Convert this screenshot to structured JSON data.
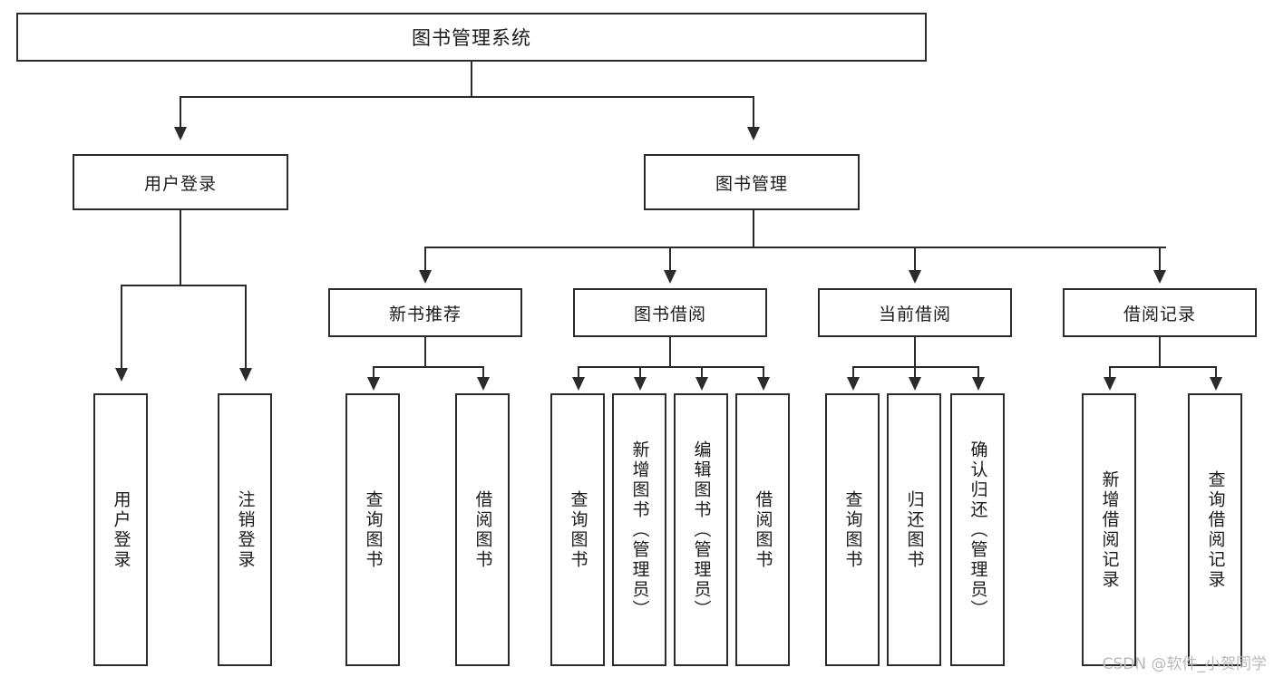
{
  "diagram": {
    "title": "图书管理系统",
    "type": "tree-hierarchy-diagram",
    "colors": {
      "box_border": "#2b2b2b",
      "box_fill": "#ffffff",
      "text": "#1b1b1b",
      "connector": "#2b2b2b",
      "watermark": "#b9b9b9",
      "background": "#ffffff"
    }
  },
  "root": {
    "label": "图书管理系统"
  },
  "level2": [
    {
      "label": "用户登录"
    },
    {
      "label": "图书管理"
    }
  ],
  "level3": [
    {
      "label": "新书推荐"
    },
    {
      "label": "图书借阅"
    },
    {
      "label": "当前借阅"
    },
    {
      "label": "借阅记录"
    }
  ],
  "leaves": {
    "user_login": [
      {
        "label": "用户登录"
      },
      {
        "label": "注销登录"
      }
    ],
    "new_book_recommend": [
      {
        "label": "查询图书"
      },
      {
        "label": "借阅图书"
      }
    ],
    "book_borrow": [
      {
        "label": "查询图书"
      },
      {
        "label": "新增图书（管理员）"
      },
      {
        "label": "编辑图书（管理员）"
      },
      {
        "label": "借阅图书"
      }
    ],
    "current_borrow": [
      {
        "label": "查询图书"
      },
      {
        "label": "归还图书"
      },
      {
        "label": "确认归还（管理员）"
      }
    ],
    "borrow_records": [
      {
        "label": "新增借阅记录"
      },
      {
        "label": "查询借阅记录"
      }
    ]
  },
  "watermark": {
    "text": "CSDN @软件_小贺同学"
  }
}
